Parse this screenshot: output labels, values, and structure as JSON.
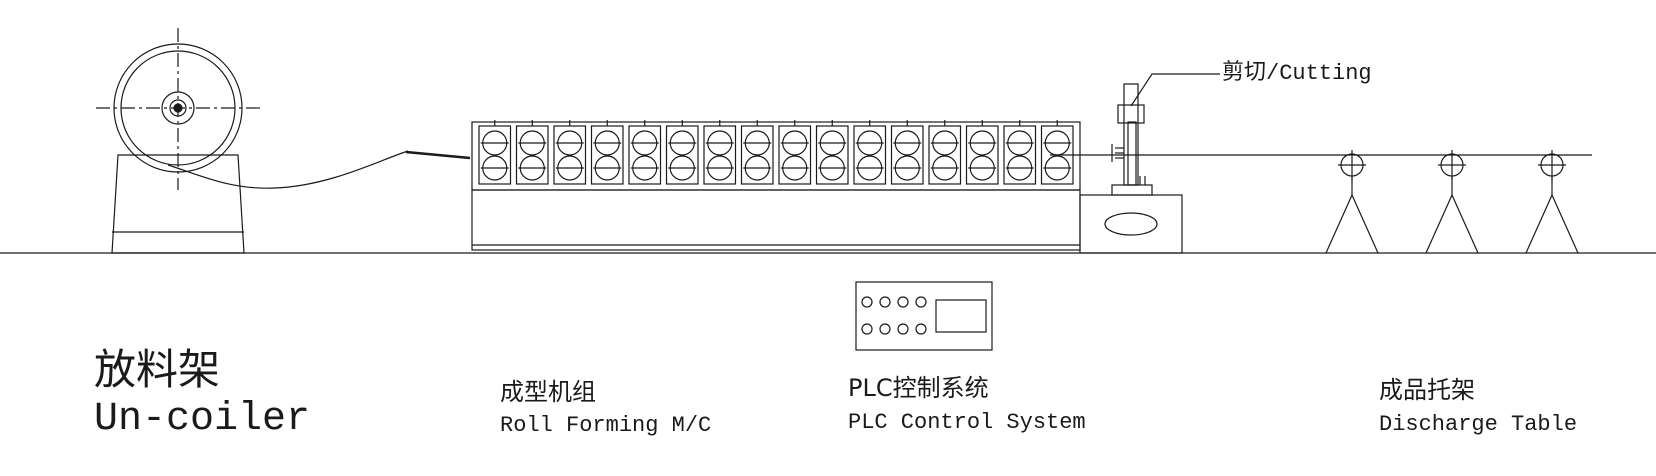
{
  "stations": {
    "uncoiler": {
      "cn": "放料架",
      "en": "Un-coiler"
    },
    "roll_forming": {
      "cn": "成型机组",
      "en": "Roll Forming M/C"
    },
    "plc": {
      "cn": "PLC控制系统",
      "en": "PLC Control System"
    },
    "discharge": {
      "cn": "成品托架",
      "en": "Discharge Table"
    }
  },
  "cutting": {
    "label": "剪切/Cutting"
  },
  "roller_stands": 16,
  "discharge_supports": 3,
  "plc_panel": {
    "buttons_per_row": 4,
    "rows": 2
  },
  "colors": {
    "line": "#1a1a1a",
    "background": "#ffffff"
  }
}
